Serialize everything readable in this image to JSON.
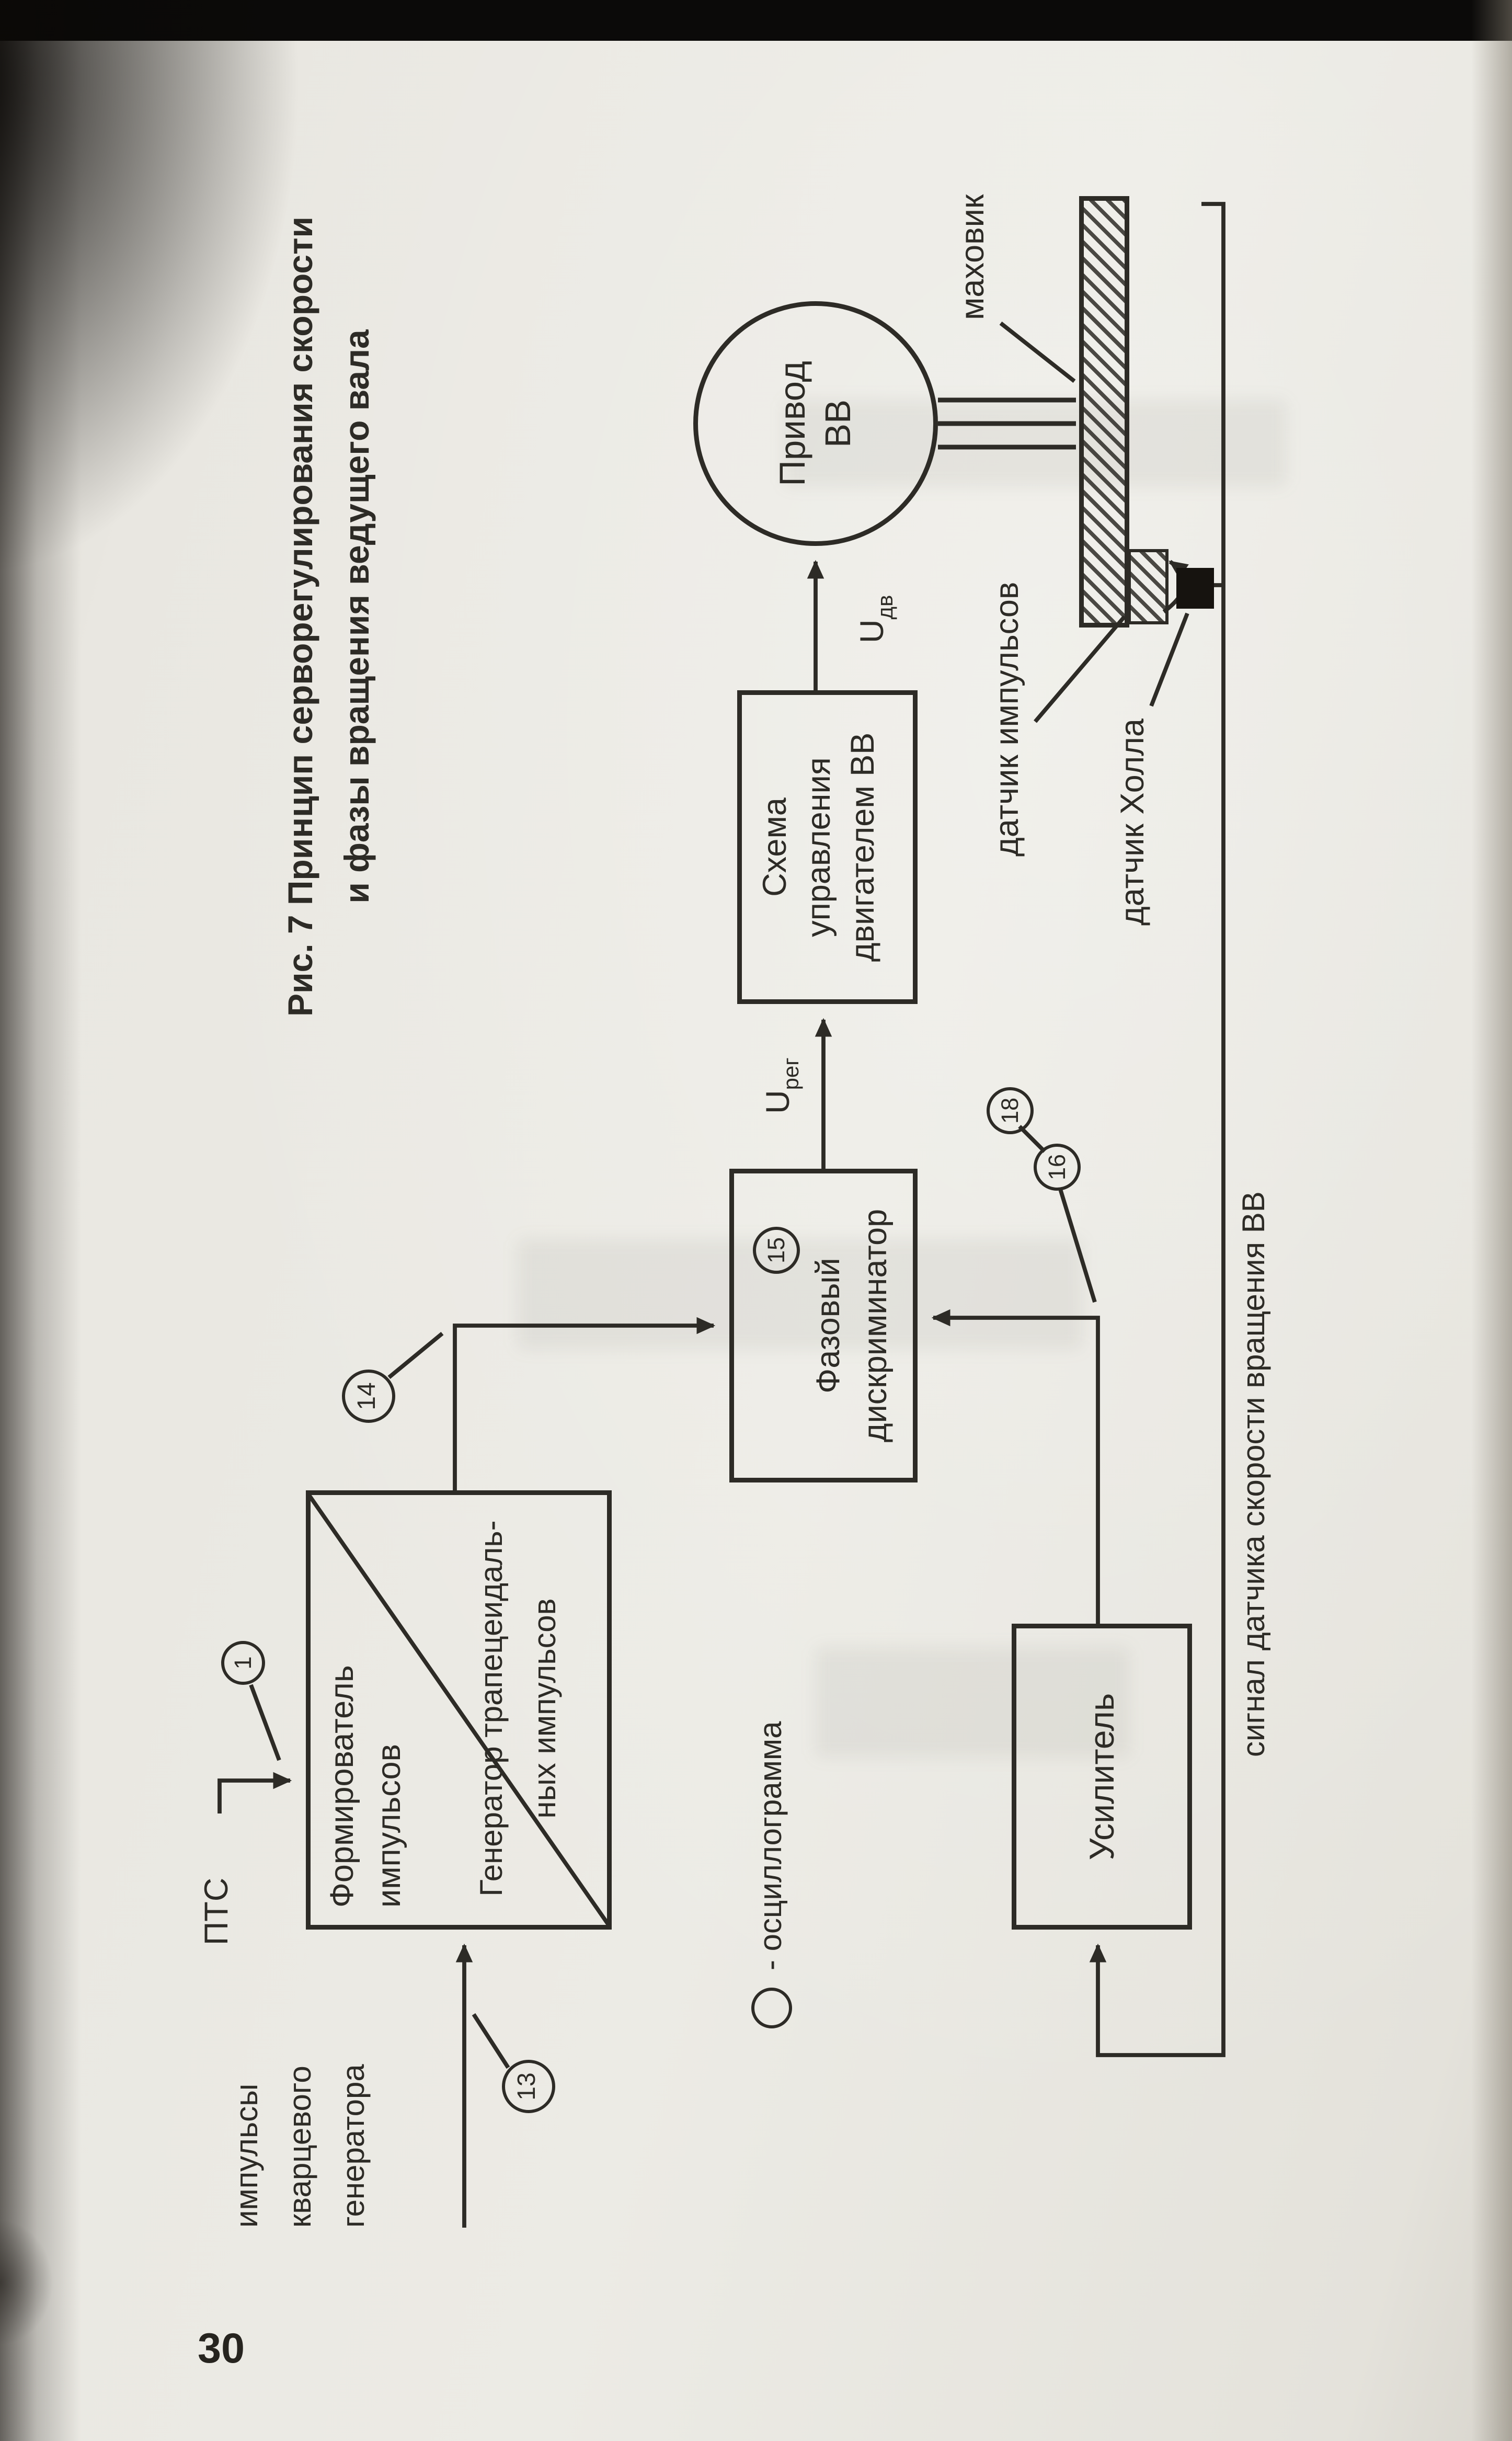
{
  "page": {
    "number": "30"
  },
  "figure": {
    "title_line1": "Рис. 7 Принцип серворегулирования скорости",
    "title_line2": "и фазы вращения ведущего вала"
  },
  "blocks": {
    "pulse_shaper": {
      "line1": "Формирователь",
      "line2": "импульсов"
    },
    "trapezoid_generator": {
      "line1": "Генератор трапецеидаль-",
      "line2": "ных импульсов"
    },
    "phase_discriminator": {
      "badge": "15",
      "line1": "Фазовый",
      "line2": "дискриминатор"
    },
    "motor_control": {
      "line1": "Схема",
      "line2": "управления",
      "line3": "двигателем ВВ"
    },
    "drive": {
      "line1": "Привод",
      "line2": "ВВ"
    },
    "amplifier": {
      "line1": "Усилитель"
    }
  },
  "labels": {
    "ptc": "ПТС",
    "quartz_line1": "импульсы",
    "quartz_line2": "кварцевого",
    "quartz_line3": "генератора",
    "flywheel": "маховик",
    "pulse_sensor": "датчик импульсов",
    "hall_sensor": "датчик Холла",
    "feedback_signal": "сигнал датчика скорости вращения ВВ",
    "u_reg_base": "U",
    "u_reg_sub": "рег",
    "u_motor_base": "U",
    "u_motor_sub": "дв",
    "oscillogram": "- осциллограмма"
  },
  "badges": {
    "n1": "1",
    "n13": "13",
    "n14": "14",
    "n16": "16",
    "n18": "18"
  },
  "colors": {
    "ink": "#2d2b26",
    "paper": "#e9e7e1"
  }
}
